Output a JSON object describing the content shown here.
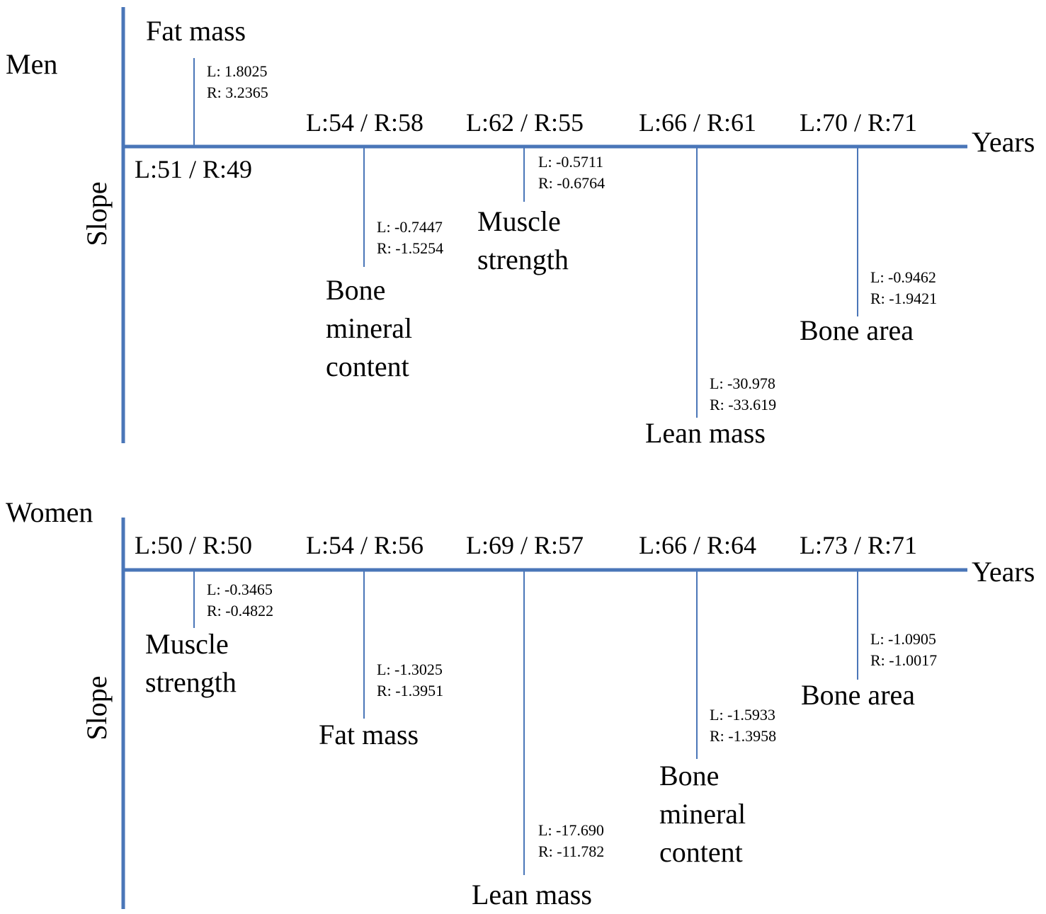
{
  "colors": {
    "axis": "#4a76b8",
    "stem": "#4a76b8",
    "text": "#000000"
  },
  "panels": [
    {
      "label": "Men",
      "y_axis_label": "Slope",
      "x_axis_label": "Years",
      "events": [
        {
          "ages": "L:51 / R:49",
          "slope_left": "L: 1.8025",
          "slope_right": "R: 3.2365",
          "measure": [
            "Fat mass"
          ]
        },
        {
          "ages": "L:54 / R:58",
          "slope_left": "L: -0.7447",
          "slope_right": "R: -1.5254",
          "measure": [
            "Bone",
            "mineral",
            "content"
          ]
        },
        {
          "ages": "L:62 / R:55",
          "slope_left": "L: -0.5711",
          "slope_right": "R: -0.6764",
          "measure": [
            "Muscle",
            "strength"
          ]
        },
        {
          "ages": "L:66 / R:61",
          "slope_left": "L: -30.978",
          "slope_right": "R: -33.619",
          "measure": [
            "Lean mass"
          ]
        },
        {
          "ages": "L:70 / R:71",
          "slope_left": "L: -0.9462",
          "slope_right": "R: -1.9421",
          "measure": [
            "Bone area"
          ]
        }
      ]
    },
    {
      "label": "Women",
      "y_axis_label": "Slope",
      "x_axis_label": "Years",
      "events": [
        {
          "ages": "L:50 / R:50",
          "slope_left": "L: -0.3465",
          "slope_right": "R: -0.4822",
          "measure": [
            "Muscle",
            "strength"
          ]
        },
        {
          "ages": "L:54 / R:56",
          "slope_left": "L: -1.3025",
          "slope_right": "R: -1.3951",
          "measure": [
            "Fat mass"
          ]
        },
        {
          "ages": "L:69 / R:57",
          "slope_left": "L: -17.690",
          "slope_right": "R: -11.782",
          "measure": [
            "Lean mass"
          ]
        },
        {
          "ages": "L:66 / R:64",
          "slope_left": "L: -1.5933",
          "slope_right": "R: -1.3958",
          "measure": [
            "Bone",
            "mineral",
            "content"
          ]
        },
        {
          "ages": "L:73 / R:71",
          "slope_left": "L: -1.0905",
          "slope_right": "R: -1.0017",
          "measure": [
            "Bone area"
          ]
        }
      ]
    }
  ]
}
